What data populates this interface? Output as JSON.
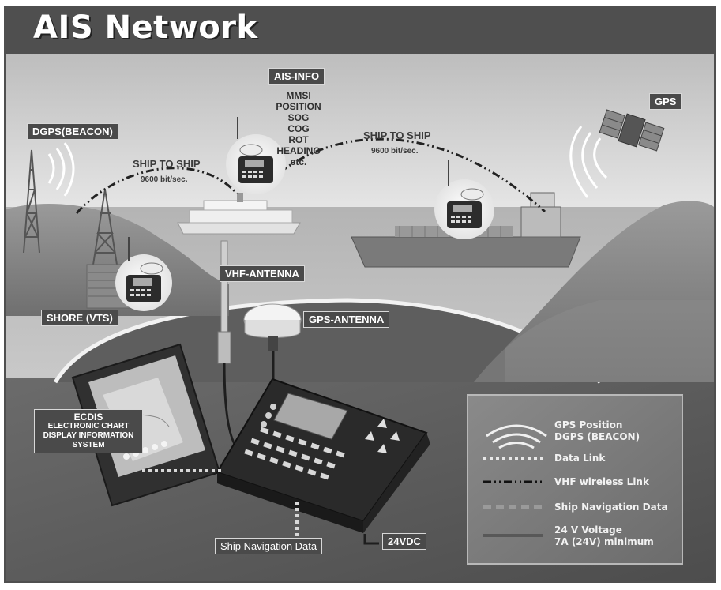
{
  "title": "AIS Network",
  "labels": {
    "ais_info": "AIS-INFO",
    "gps": "GPS",
    "dgps_beacon": "DGPS(BEACON)",
    "vhf_antenna": "VHF-ANTENNA",
    "gps_antenna": "GPS-ANTENNA",
    "shore_vts": "SHORE (VTS)",
    "ecdis": [
      "ECDIS",
      "ELECTRONIC CHART",
      "DISPLAY INFORMATION",
      "SYSTEM"
    ],
    "ship_navigation_data": "Ship Navigation Data",
    "dc24": "24VDC"
  },
  "ais_info_items": [
    "MMSI",
    "POSITION",
    "SOG",
    "COG",
    "ROT",
    "HEADING",
    "etc."
  ],
  "links": [
    {
      "label": "SHIP TO SHIP",
      "rate": "9600 bit/sec."
    },
    {
      "label": "SHIP TO SHIP",
      "rate": "9600 bit/sec."
    }
  ],
  "legend": [
    {
      "icon": "gps-waves-icon",
      "lines": [
        "GPS Position",
        "DGPS (BEACON)"
      ]
    },
    {
      "icon": "dotted-line-icon",
      "lines": [
        "Data Link"
      ]
    },
    {
      "icon": "dash-dot-line-icon",
      "lines": [
        "VHF wireless Link"
      ]
    },
    {
      "icon": "dashed-line-icon",
      "lines": [
        "Ship Navigation Data"
      ]
    },
    {
      "icon": "solid-line-icon",
      "lines": [
        "24 V Voltage",
        "7A (24V) minimum"
      ]
    }
  ]
}
